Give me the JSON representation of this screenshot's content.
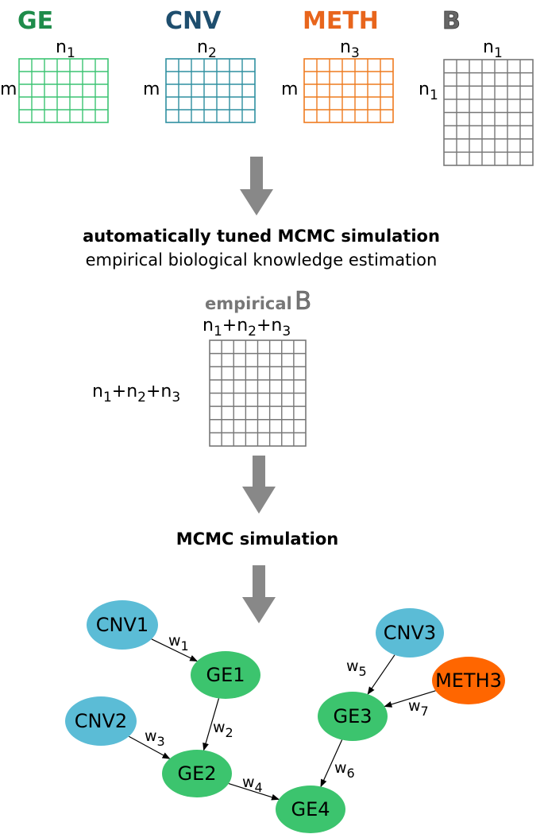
{
  "matrices": {
    "ge": {
      "title": "GE",
      "col_label": "n",
      "col_sub": "1",
      "row_label": "m",
      "color": "#3cc472",
      "title_color": "#1e8c4a"
    },
    "cnv": {
      "title": "CNV",
      "col_label": "n",
      "col_sub": "2",
      "row_label": "m",
      "color": "#2e8fa0",
      "title_color": "#1e4e6e"
    },
    "meth": {
      "title": "METH",
      "col_label": "n",
      "col_sub": "3",
      "row_label": "m",
      "color": "#ee7b1f",
      "title_color": "#e8651c"
    },
    "b": {
      "title": "B",
      "col_label": "n",
      "col_sub": "1",
      "row_label": "n",
      "row_sub": "1",
      "color": "#777777",
      "title_color": "#555555"
    }
  },
  "step1": {
    "title": "automatically tuned MCMC simulation",
    "subtitle": "empirical biological knowledge estimation"
  },
  "empirical_b": {
    "prefix": "empirical",
    "letter": "B",
    "top_label": [
      "n",
      "1",
      "+n",
      "2",
      "+n",
      "3"
    ],
    "side_label": [
      "n",
      "1",
      "+n",
      "2",
      "+n",
      "3"
    ],
    "color": "#777777"
  },
  "step2": {
    "title": "MCMC simulation"
  },
  "network": {
    "nodes": [
      {
        "id": "CNV1",
        "label": "CNV1",
        "type": "cnv"
      },
      {
        "id": "GE1",
        "label": "GE1",
        "type": "ge"
      },
      {
        "id": "CNV2",
        "label": "CNV2",
        "type": "cnv"
      },
      {
        "id": "GE2",
        "label": "GE2",
        "type": "ge"
      },
      {
        "id": "GE4",
        "label": "GE4",
        "type": "ge"
      },
      {
        "id": "CNV3",
        "label": "CNV3",
        "type": "cnv"
      },
      {
        "id": "METH3",
        "label": "METH3",
        "type": "meth"
      },
      {
        "id": "GE3",
        "label": "GE3",
        "type": "ge"
      }
    ],
    "edges": [
      {
        "from": "CNV1",
        "to": "GE1",
        "weight": "w",
        "sub": "1"
      },
      {
        "from": "GE1",
        "to": "GE2",
        "weight": "w",
        "sub": "2"
      },
      {
        "from": "CNV2",
        "to": "GE2",
        "weight": "w",
        "sub": "3"
      },
      {
        "from": "GE2",
        "to": "GE4",
        "weight": "w",
        "sub": "4"
      },
      {
        "from": "CNV3",
        "to": "GE3",
        "weight": "w",
        "sub": "5"
      },
      {
        "from": "GE3",
        "to": "GE4",
        "weight": "w",
        "sub": "6"
      },
      {
        "from": "METH3",
        "to": "GE3",
        "weight": "w",
        "sub": "7"
      }
    ],
    "colors": {
      "cnv": "#5bbcd6",
      "ge": "#3cc46e",
      "meth": "#ff6600"
    }
  },
  "arrow_color": "#888888"
}
